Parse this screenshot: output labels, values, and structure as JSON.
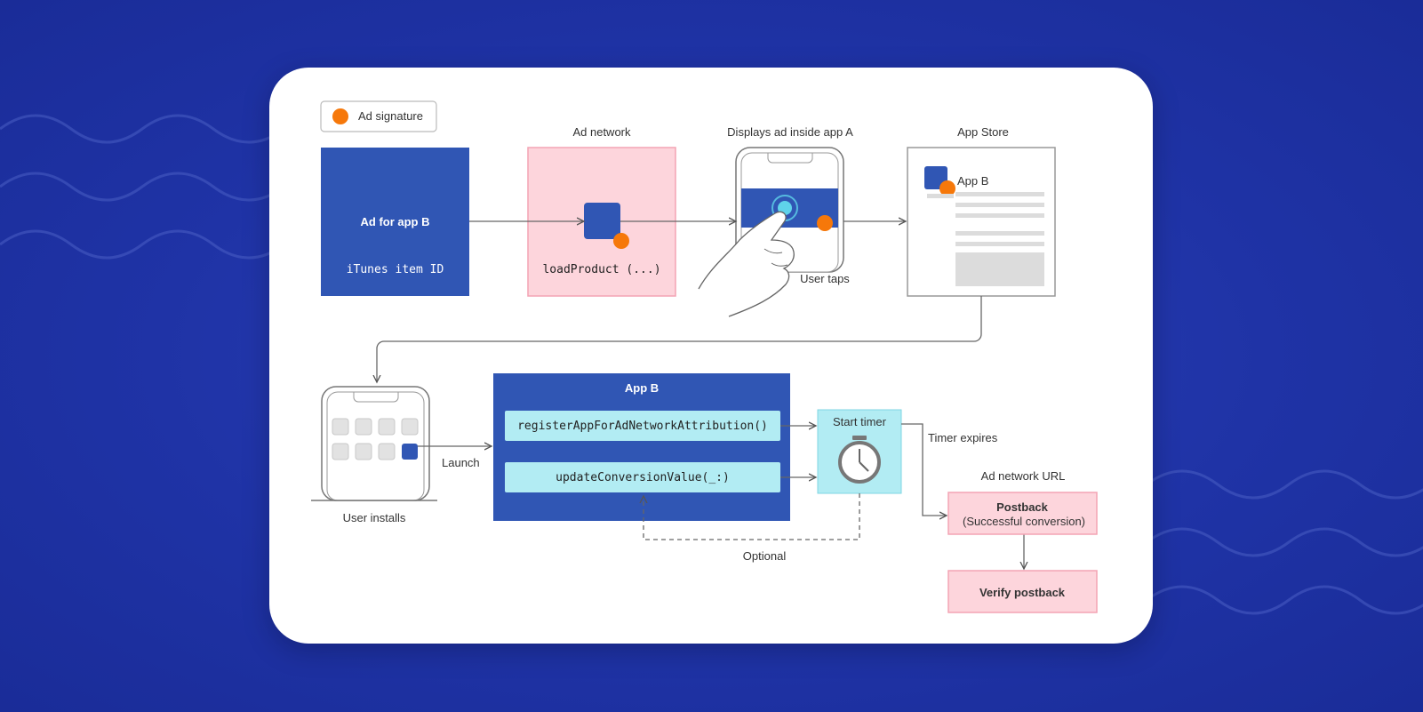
{
  "colors": {
    "background": "#1f33a6",
    "blue_box": "#3056b4",
    "pink_box": "#fdd5dc",
    "pink_border": "#f4a3b4",
    "cyan_box": "#b2ecf3",
    "orange_dot": "#f6780a",
    "card": "#ffffff"
  },
  "legend": {
    "label": "Ad signature"
  },
  "nodes": {
    "ad_for_app_b": {
      "title": "Ad for app B",
      "sub": "iTunes item ID"
    },
    "ad_network": {
      "header": "Ad network",
      "code": "loadProduct (...)"
    },
    "display_ad": {
      "header": "Displays ad inside app A",
      "caption": "User taps"
    },
    "app_store": {
      "header": "App Store",
      "app_label": "App B"
    },
    "user_installs": {
      "caption": "User installs",
      "launch_label": "Launch"
    },
    "app_b": {
      "title": "App B",
      "register_call": "registerAppForAdNetworkAttribution()",
      "update_call": "updateConversionValue(_:)"
    },
    "timer": {
      "label": "Start timer",
      "expires": "Timer expires",
      "optional": "Optional"
    },
    "ad_network_url": {
      "header": "Ad network URL"
    },
    "postback": {
      "title": "Postback",
      "sub": "(Successful conversion)"
    },
    "verify": {
      "title": "Verify postback"
    }
  }
}
